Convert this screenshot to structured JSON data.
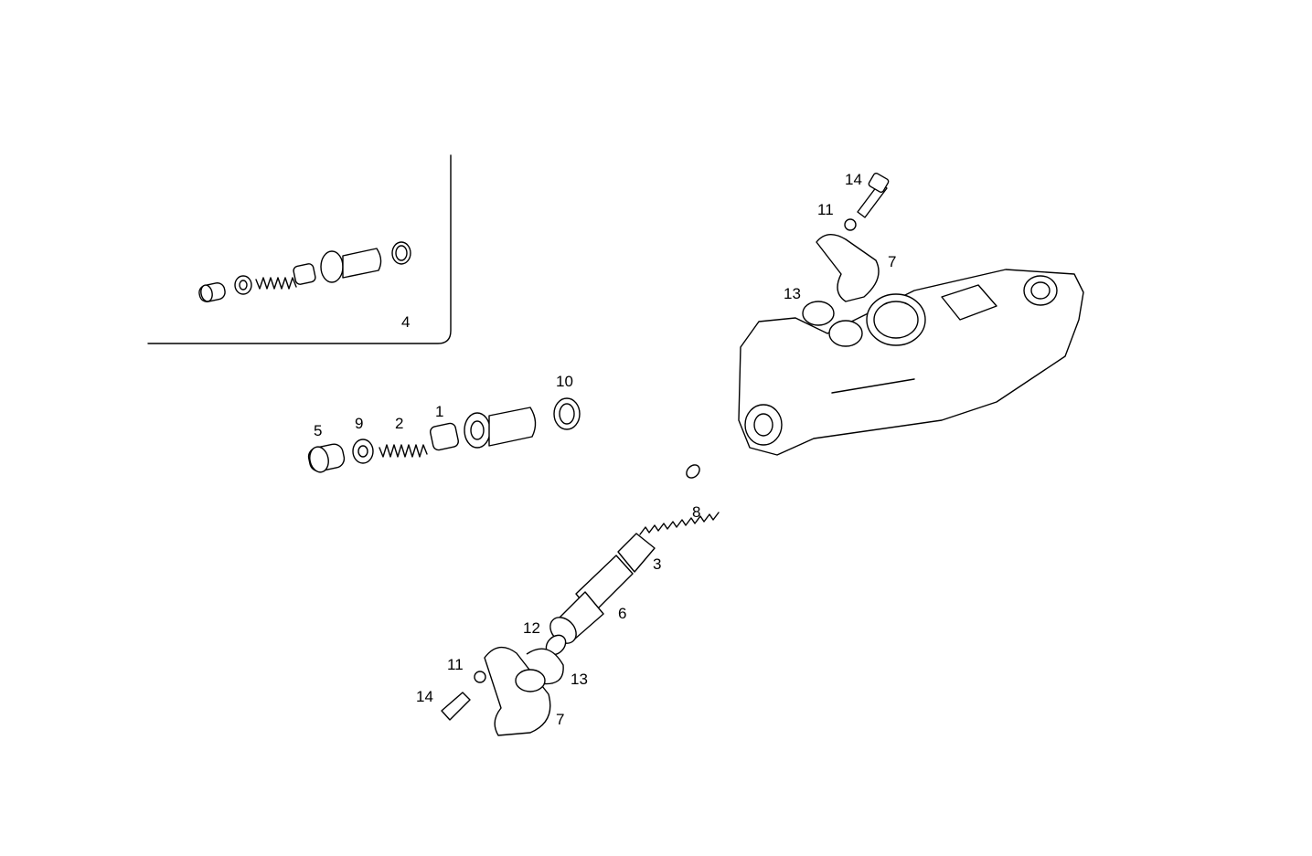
{
  "labels": {
    "l1": "1",
    "l2": "2",
    "l3": "3",
    "l4": "4",
    "l5": "5",
    "l6": "6",
    "l7a": "7",
    "l7b": "7",
    "l8": "8",
    "l9": "9",
    "l10": "10",
    "l11a": "11",
    "l11b": "11",
    "l12": "12",
    "l13a": "13",
    "l13b": "13",
    "l14a": "14",
    "l14b": "14"
  },
  "colors": {
    "line": "#000000",
    "background": "#ffffff"
  }
}
